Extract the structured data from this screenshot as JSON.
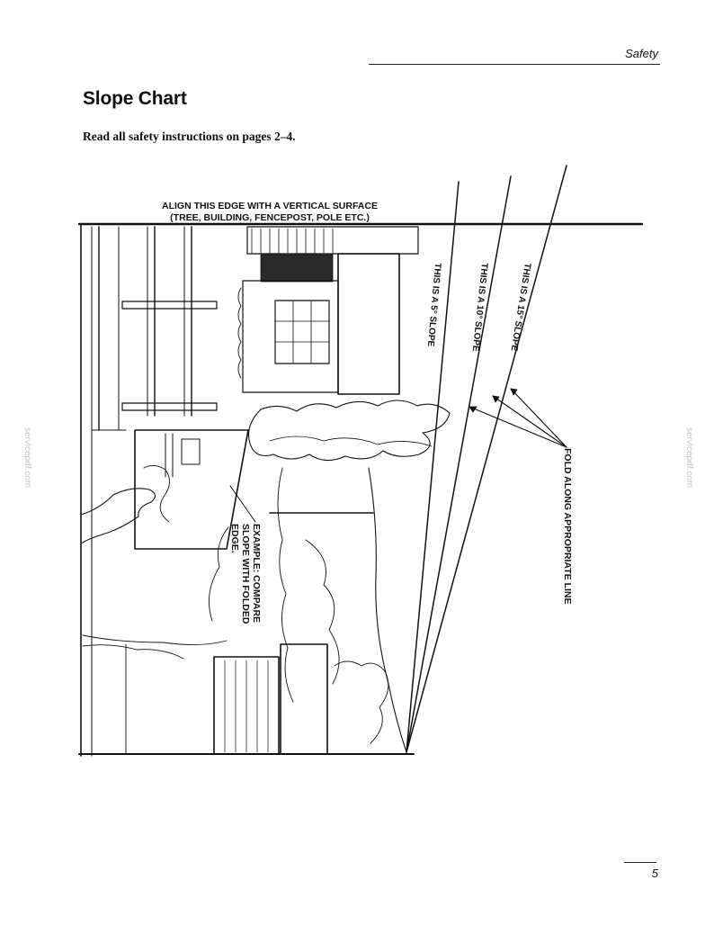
{
  "header": {
    "section": "Safety"
  },
  "title": "Slope Chart",
  "instructions": "Read all safety instructions on pages 2–4.",
  "figure": {
    "align_line1": "ALIGN THIS EDGE WITH A VERTICAL SURFACE",
    "align_line2": "(TREE, BUILDING, FENCEPOST, POLE ETC.)",
    "slope5": "THIS IS A 5° SLOPE",
    "slope10": "THIS IS A 10° SLOPE",
    "slope15": "THIS IS A 15° SLOPE",
    "fold": "FOLD ALONG APPROPRIATE LINE",
    "example_line1": "EXAMPLE: COMPARE",
    "example_line2": "SLOPE WITH FOLDED",
    "example_line3": "EDGE."
  },
  "watermark": "servicepdf.com",
  "footer": {
    "page_number": "5"
  }
}
